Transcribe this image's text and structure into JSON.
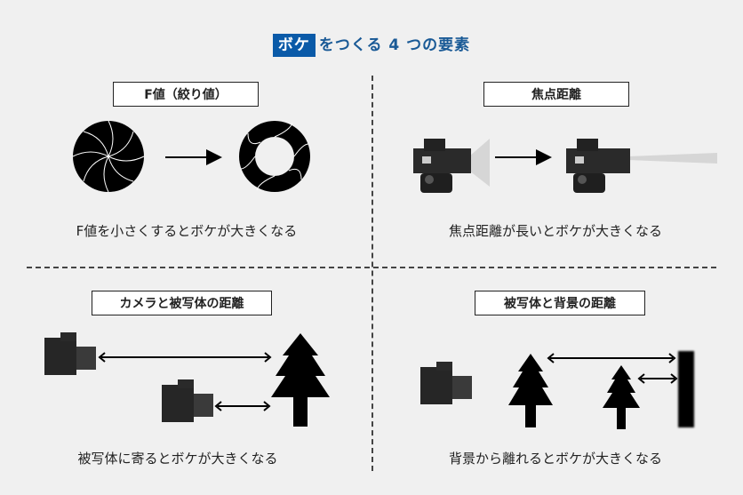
{
  "title": {
    "highlight": "ボケ",
    "rest": "をつくる 4 つの要素",
    "highlight_color": "#0a5aa8",
    "text_color": "#1a5a96"
  },
  "panels": [
    {
      "label": "F値（絞り値）",
      "caption": "F値を小さくするとボケが大きくなる"
    },
    {
      "label": "焦点距離",
      "caption": "焦点距離が長いとボケが大きくなる"
    },
    {
      "label": "カメラと被写体の距離",
      "caption": "被写体に寄るとボケが大きくなる"
    },
    {
      "label": "被写体と背景の距離",
      "caption": "背景から離れるとボケが大きくなる"
    }
  ]
}
